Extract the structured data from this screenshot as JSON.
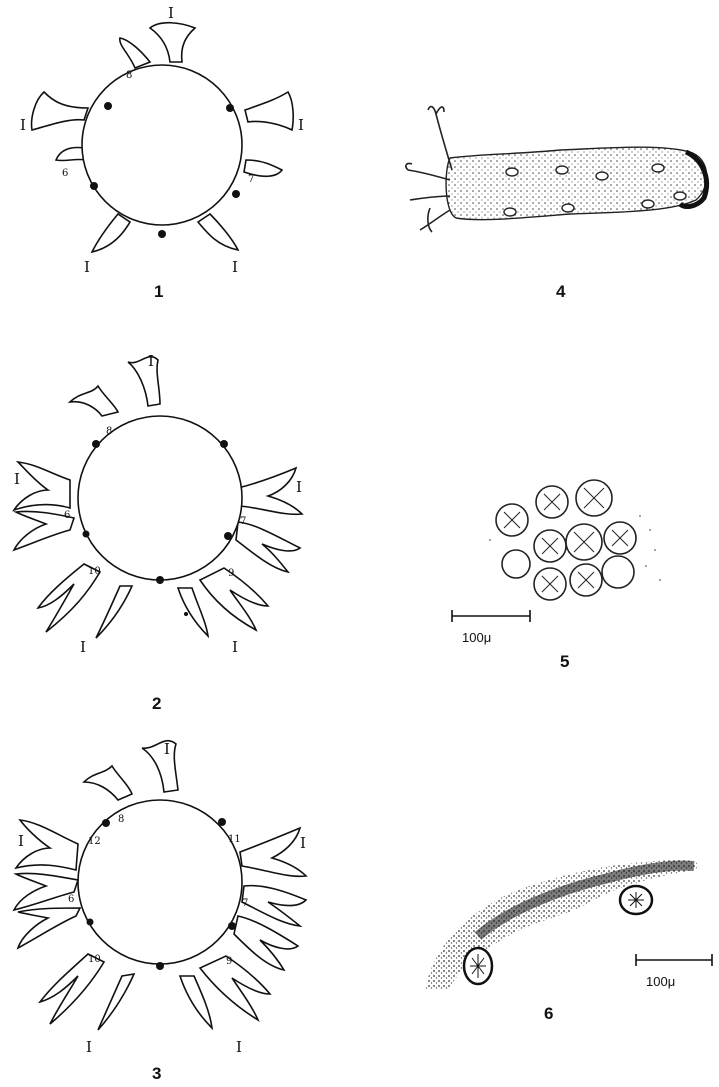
{
  "figures": [
    {
      "number": "1",
      "roman_label": "I",
      "tentacle_labels": [
        "8",
        "6",
        "7"
      ]
    },
    {
      "number": "2",
      "roman_label": "I",
      "tentacle_labels": [
        "8",
        "6",
        "7",
        "10",
        "9"
      ]
    },
    {
      "number": "3",
      "roman_label": "I",
      "tentacle_labels": [
        "8",
        "12",
        "11",
        "6",
        "7",
        "10",
        "9"
      ]
    },
    {
      "number": "4"
    },
    {
      "number": "5",
      "scale_bar": "100μ"
    },
    {
      "number": "6",
      "scale_bar": "100μ"
    }
  ]
}
